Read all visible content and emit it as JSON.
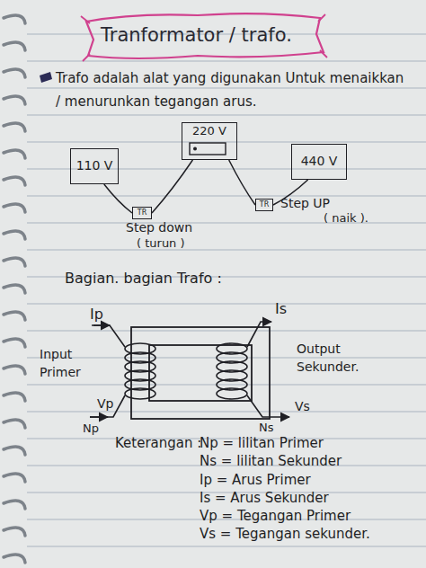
{
  "diagram": {
    "title": "Tranformator / trafo.",
    "nodes": [
      {
        "text": [
          "110 V"
        ]
      },
      {
        "text": [
          "220 V"
        ]
      },
      {
        "text": [
          "440 V"
        ]
      },
      {
        "text": [
          "TR"
        ]
      },
      {
        "text": [
          "TR"
        ]
      }
    ],
    "edges": [
      {
        "from": 0,
        "to": 3,
        "arrow": "none"
      },
      {
        "from": 3,
        "to": 1,
        "arrow": "none"
      },
      {
        "from": 1,
        "to": 4,
        "arrow": "none"
      },
      {
        "from": 4,
        "to": 2,
        "arrow": "none"
      }
    ],
    "labels": [
      "Trafo adalah alat yang digunakan Untuk menaikkan / menurunkan tegangan arus.",
      "Step down",
      "( turun )",
      "Step UP",
      "( naik ).",
      "Bagian. bagian Trafo :",
      "Ip",
      "Is",
      "Input Primer",
      "Output Sekunder.",
      "Vp",
      "Vs",
      "Np",
      "Ns",
      "Keterangan :",
      "Np = lilitan Primer",
      "Ns = lilitan Sekunder",
      "Ip = Arus Primer",
      "Is = Arus Sekunder",
      "Vp = Tegangan Primer",
      "Vs = Tegangan sekunder."
    ]
  }
}
